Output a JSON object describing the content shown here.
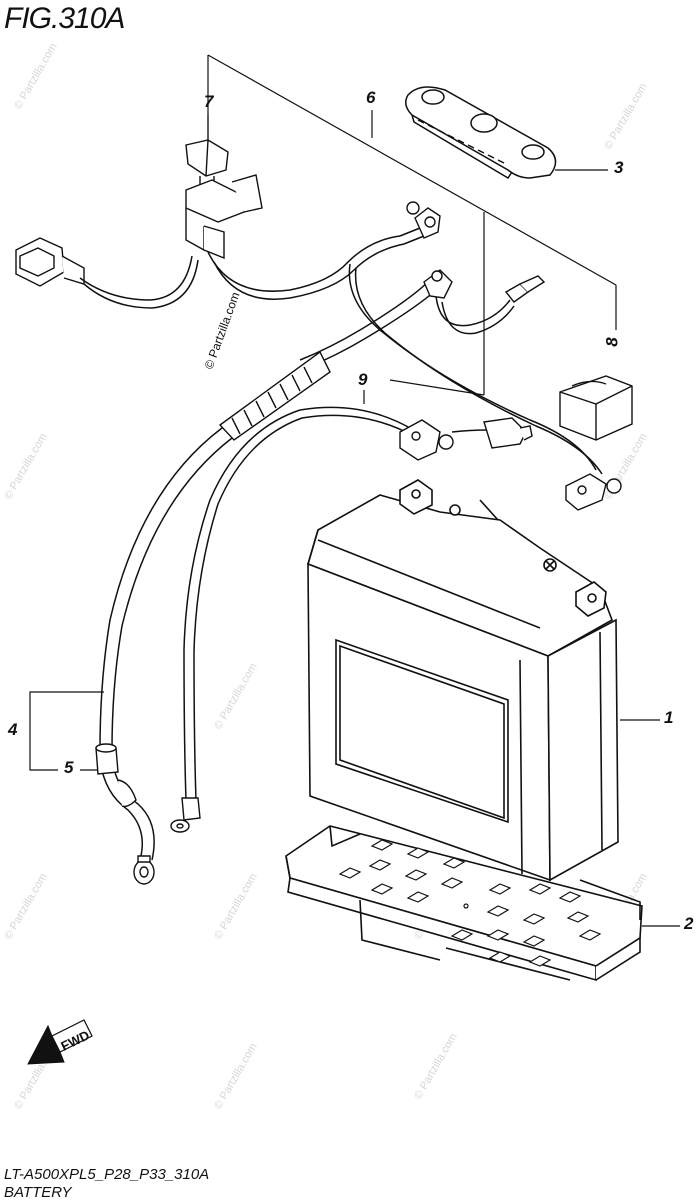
{
  "figure": {
    "title": "FIG.310A",
    "model_code": "LT-A500XPL5_P28_P33_310A",
    "section_name": "BATTERY"
  },
  "callouts": [
    {
      "id": "1"
    },
    {
      "id": "2"
    },
    {
      "id": "3"
    },
    {
      "id": "4"
    },
    {
      "id": "5"
    },
    {
      "id": "6"
    },
    {
      "id": "7"
    },
    {
      "id": "8"
    },
    {
      "id": "9"
    }
  ],
  "direction_marker": {
    "label": "FWD"
  },
  "watermark": {
    "text": "© Partzilla.com"
  }
}
